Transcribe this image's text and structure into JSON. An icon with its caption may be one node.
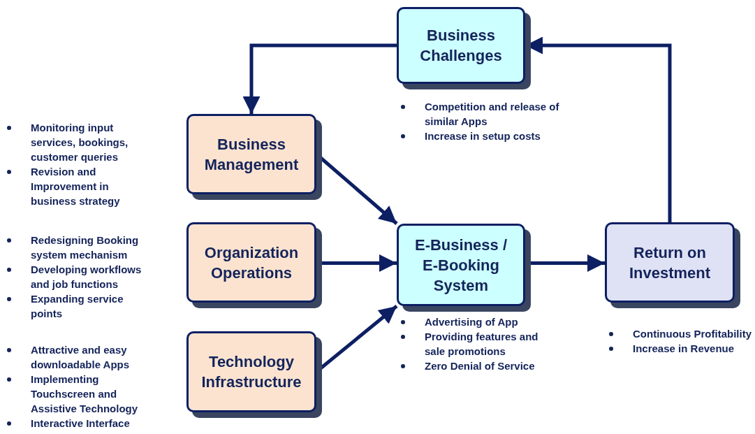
{
  "diagram": {
    "nodes": [
      {
        "text": [
          "Business Challenges"
        ],
        "beside": [
          "Competition and release of similar Apps",
          "Increase in setup costs"
        ]
      },
      {
        "text": [
          "Business Management"
        ],
        "beside": [
          "Monitoring input services, bookings, customer queries",
          "Revision and Improvement in business strategy"
        ]
      },
      {
        "text": [
          "Organization Operations"
        ],
        "beside": [
          "Redesigning Booking system mechanism",
          "Developing workflows and job functions",
          "Expanding service points"
        ]
      },
      {
        "text": [
          "Technology Infrastructure"
        ],
        "beside": [
          "Attractive and easy downloadable Apps",
          "Implementing Touchscreen and Assistive Technology",
          "Interactive Interface"
        ]
      },
      {
        "text": [
          "E-Business / E-Booking System"
        ],
        "beside": [
          "Advertising of App",
          "Providing features and sale promotions",
          "Zero Denial of Service"
        ]
      },
      {
        "text": [
          "Return on Investment"
        ],
        "beside": [
          "Continuous Profitability",
          "Increase in Revenue"
        ]
      }
    ],
    "edges": [
      {
        "from": 0,
        "to": 1,
        "arrow": "to"
      },
      {
        "from": 1,
        "to": 4,
        "arrow": "to"
      },
      {
        "from": 2,
        "to": 4,
        "arrow": "to"
      },
      {
        "from": 3,
        "to": 4,
        "arrow": "to"
      },
      {
        "from": 4,
        "to": 5,
        "arrow": "to"
      },
      {
        "from": 5,
        "to": 0,
        "arrow": "to"
      }
    ]
  }
}
